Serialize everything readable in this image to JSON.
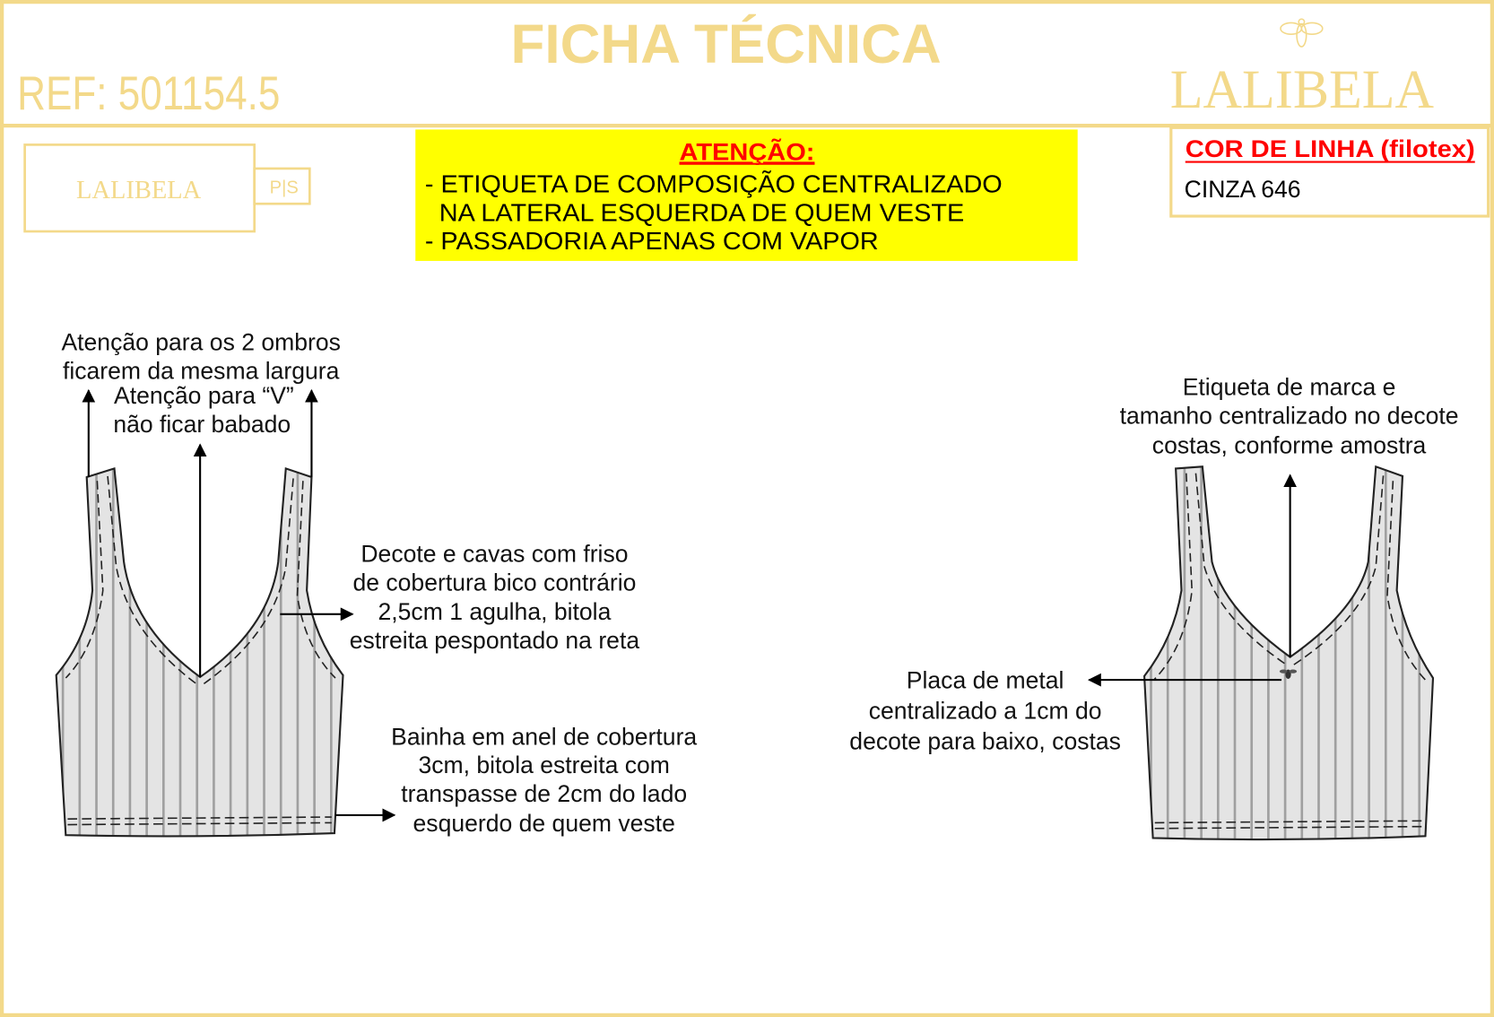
{
  "header": {
    "title": "FICHA TÉCNICA",
    "ref": "REF: 501154.5",
    "brand": "LALIBELA"
  },
  "label": {
    "brand": "LALIBELA",
    "size": "P|S"
  },
  "attention": {
    "title": "ATENÇÃO:",
    "lines": [
      "- ETIQUETA DE COMPOSIÇÃO CENTRALIZADO",
      "NA LATERAL ESQUERDA DE QUEM VESTE",
      "- PASSADORIA APENAS COM VAPOR"
    ],
    "background": "#ffff00",
    "title_color": "#ff0000"
  },
  "thread": {
    "title": "COR DE LINHA (filotex)",
    "value": "CINZA 646"
  },
  "front_notes": {
    "shoulders": [
      "Atenção para os 2 ombros",
      "ficarem da mesma largura"
    ],
    "v_neck": [
      "Atenção para “V”",
      "não ficar babado"
    ],
    "neckline": [
      "Decote e cavas com friso",
      "de cobertura bico contrário",
      "2,5cm 1 agulha, bitola",
      "estreita pespontado na reta"
    ],
    "hem": [
      "Bainha em anel de cobertura",
      "3cm, bitola estreita com",
      "transpasse de 2cm do lado",
      "esquerdo de quem veste"
    ]
  },
  "back_notes": {
    "label": [
      "Etiqueta de marca e",
      "tamanho centralizado no decote",
      "costas, conforme amostra"
    ],
    "plate": [
      "Placa de metal",
      "centralizado a 1cm do",
      "decote para baixo, costas"
    ]
  },
  "colors": {
    "gold": "#f3d98a",
    "garment": "#e4e4e4",
    "rib": "#a0a0a0"
  }
}
